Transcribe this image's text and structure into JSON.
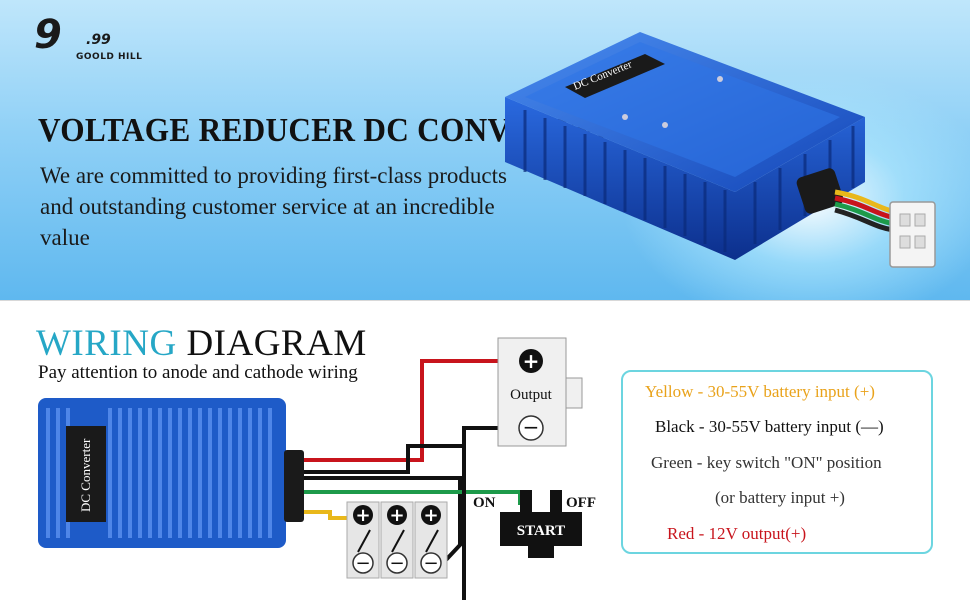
{
  "logo": {
    "number": "9",
    "sup": ".99",
    "brand": "GOOLD HILL"
  },
  "hero": {
    "title": "VOLTAGE REDUCER DC CONVERTER",
    "subtitle": "We are committed to providing first-class products and outstanding customer service at an incredible value",
    "device_label": "DC Converter"
  },
  "wiring": {
    "title_part1": "WIRING",
    "title_part2": "DIAGRAM",
    "subtitle": "Pay attention to anode and cathode wiring",
    "device_label": "DC Converter",
    "output_label": "Output",
    "switch_on": "ON",
    "switch_off": "OFF",
    "switch_label": "START",
    "plus_symbol": "+",
    "minus_symbol": "−"
  },
  "legend": [
    {
      "text": "Yellow - 30-55V battery input (+)",
      "color": "#e9a21a"
    },
    {
      "text": "Black - 30-55V battery input (—)",
      "color": "#111111"
    },
    {
      "text": "Green - key switch \"ON\" position",
      "color": "#333333"
    },
    {
      "text": "(or battery input +)",
      "color": "#333333"
    },
    {
      "text": "Red - 12V output(+)",
      "color": "#c8141c"
    }
  ],
  "colors": {
    "accent": "#26a7c6",
    "device_blue": "#1e5bc8",
    "wire_red": "#c8141c",
    "wire_yellow": "#e9b81a",
    "wire_green": "#1d9a4a",
    "legend_border": "#6cd5e0"
  }
}
